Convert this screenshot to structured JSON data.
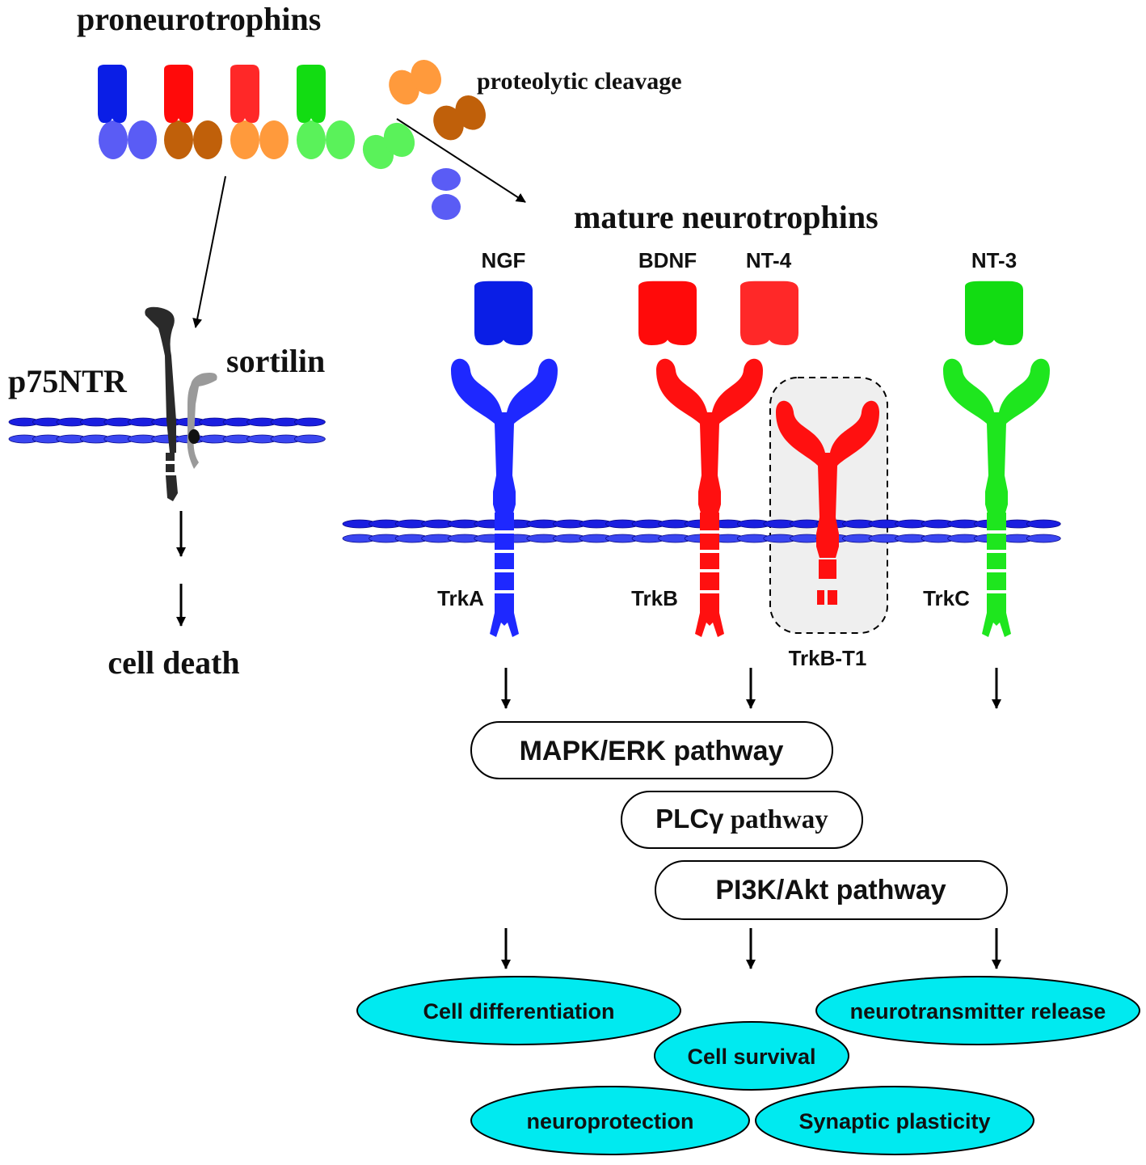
{
  "labels": {
    "proneurotrophins": "proneurotrophins",
    "proteolytic_cleavage": "proteolytic cleavage",
    "mature_neurotrophins": "mature neurotrophins",
    "p75ntr": "p75NTR",
    "sortilin": "sortilin",
    "cell_death": "cell death"
  },
  "ligands": {
    "ngf": "NGF",
    "bdnf": "BDNF",
    "nt4": "NT-4",
    "nt3": "NT-3"
  },
  "receptors": {
    "trka": "TrkA",
    "trkb": "TrkB",
    "trkb_t1": "TrkB-T1",
    "trkc": "TrkC"
  },
  "pathways": {
    "mapk": "MAPK/ERK pathway",
    "plc_prefix": "PLCγ",
    "plc_suffix": " pathway",
    "pi3k": "PI3K/Akt pathway"
  },
  "outcomes": {
    "differentiation": "Cell differentiation",
    "neurotransmitter": "neurotransmitter release",
    "survival": "Cell survival",
    "neuroprotection": "neuroprotection",
    "plasticity": "Synaptic plasticity"
  },
  "colors": {
    "ngf": "#0a1ee6",
    "ngf_pro": "#5a5cf5",
    "bdnf": "#ff0a0a",
    "bdnf_pro": "#c0600a",
    "nt4": "#ff2828",
    "nt4_pro": "#ff9a3c",
    "nt3": "#12dc12",
    "nt3_pro": "#5af25a",
    "trka": "#1e28ff",
    "trkb": "#ff1010",
    "trkc": "#1ee61e",
    "membrane": "#1a1ee0",
    "membrane_light": "#3a46f0",
    "outcome_fill": "#00eaf0",
    "p75": "#2a2a2a",
    "sortilin": "#9a9a9a"
  }
}
